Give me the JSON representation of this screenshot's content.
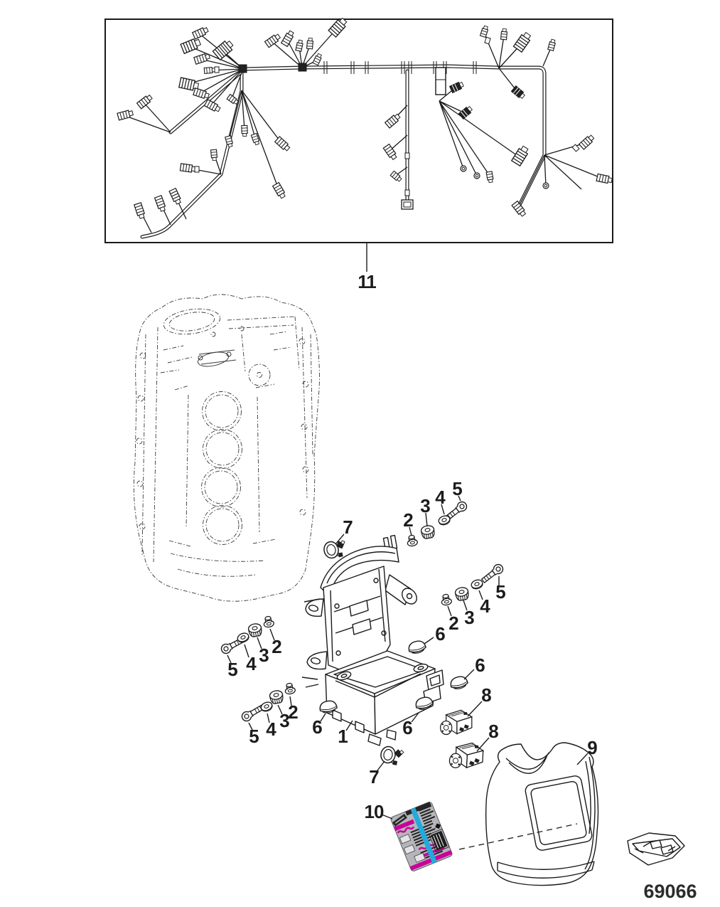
{
  "drawing": {
    "number": "69066"
  },
  "colors": {
    "line": "#1a1a1a",
    "decal_gray": "#b5b6ba",
    "decal_magenta": "#c9009b",
    "decal_cyan": "#22aade",
    "decal_dark": "#262626",
    "decal_light": "#e4e4e8"
  },
  "callouts": [
    {
      "label": "11"
    },
    {
      "label": "7"
    },
    {
      "label": "2"
    },
    {
      "label": "3"
    },
    {
      "label": "4"
    },
    {
      "label": "5"
    },
    {
      "label": "2"
    },
    {
      "label": "3"
    },
    {
      "label": "4"
    },
    {
      "label": "5"
    },
    {
      "label": "2"
    },
    {
      "label": "3"
    },
    {
      "label": "4"
    },
    {
      "label": "5"
    },
    {
      "label": "6"
    },
    {
      "label": "6"
    },
    {
      "label": "2"
    },
    {
      "label": "3"
    },
    {
      "label": "4"
    },
    {
      "label": "5"
    },
    {
      "label": "6"
    },
    {
      "label": "1"
    },
    {
      "label": "6"
    },
    {
      "label": "7"
    },
    {
      "label": "8"
    },
    {
      "label": "8"
    },
    {
      "label": "9"
    },
    {
      "label": "10"
    }
  ]
}
